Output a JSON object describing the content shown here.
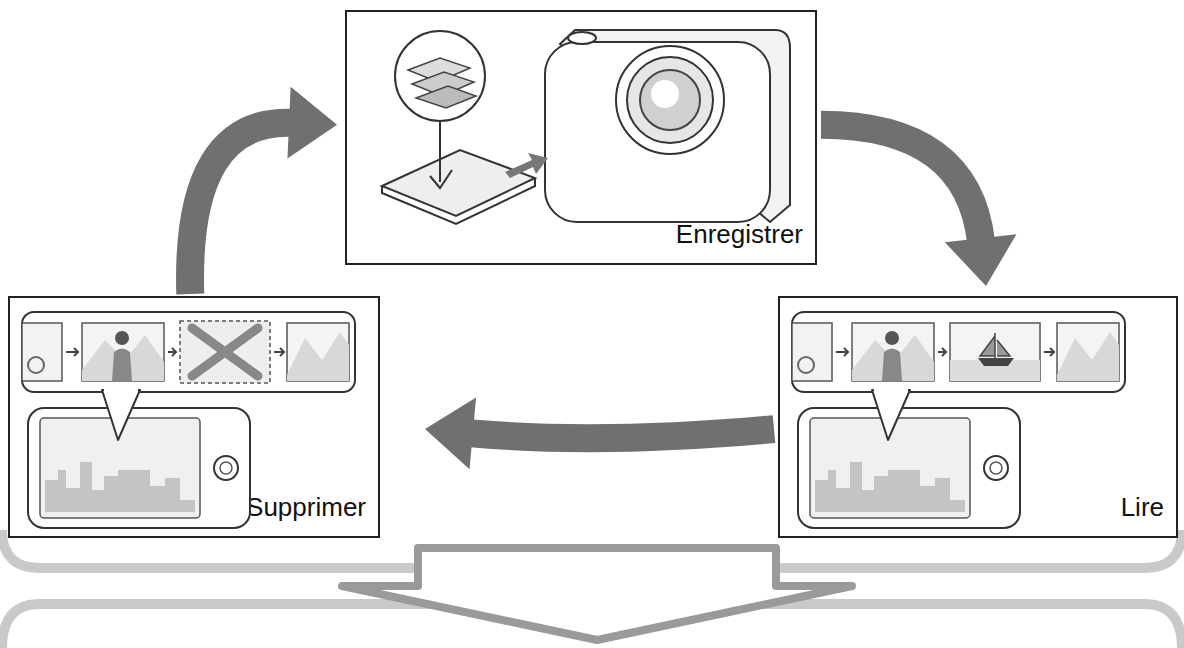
{
  "diagram": {
    "nodes": [
      {
        "text": [
          "Enregistrer"
        ]
      },
      {
        "text": [
          "Supprimer"
        ]
      },
      {
        "text": [
          "Lire"
        ]
      }
    ],
    "edges": [
      {
        "from": 0,
        "to": 2,
        "arrow": "to"
      },
      {
        "from": 2,
        "to": 1,
        "arrow": "to"
      },
      {
        "from": 1,
        "to": 0,
        "arrow": "to"
      }
    ]
  }
}
